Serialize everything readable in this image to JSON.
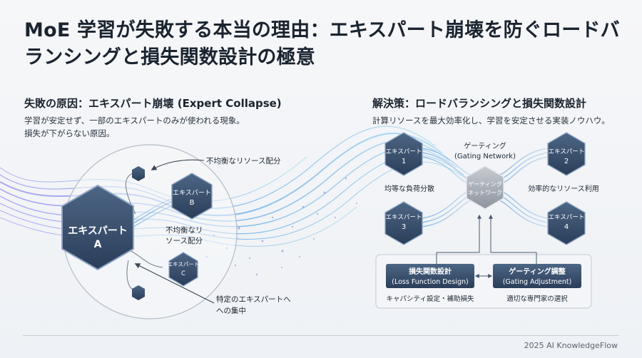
{
  "title": "MoE 学習が失敗する本当の理由：エキスパート崩壊を防ぐロードバランシングと損失関数設計の極意",
  "left": {
    "heading": "失敗の原因：エキスパート崩壊 (Expert Collapse)",
    "desc_line1": "学習が安定せず、一部のエキスパートのみが使われる現象。",
    "desc_line2": "損失が下がらない原因。",
    "expert_a_line1": "エキスパート",
    "expert_a_line2": "A",
    "expert_b_line1": "エキスパート",
    "expert_b_line2": "B",
    "expert_c_line1": "エキスパート",
    "expert_c_line2": "C",
    "callout_top": "不均衡なリソース配分",
    "callout_mid_line1": "不均衡なリ",
    "callout_mid_line2": "ソース配分",
    "callout_bottom_line1": "特定のエキスパートへ",
    "callout_bottom_line2": "への集中"
  },
  "right": {
    "heading": "解決策：ロードバランシングと損失関数設計",
    "desc": "計算リソースを最大効率化し、学習を安定させる実装ノウハウ。",
    "gating_label_line1": "ゲーティング",
    "gating_label_line2": "(Gating Network)",
    "gating_node_line1": "ゲーティング",
    "gating_node_line2": "ネットワーク",
    "expert_1_line1": "エキスパート",
    "expert_1_line2": "1",
    "expert_2_line1": "エキスパート",
    "expert_2_line2": "2",
    "expert_3_line1": "エキスパート",
    "expert_3_line2": "3",
    "expert_4_line1": "エキスパート",
    "expert_4_line2": "4",
    "balanced_label": "均等な負荷分散",
    "efficient_label": "効率的なリソース利用",
    "loss_box_line1": "損失関数設計",
    "loss_box_line2": "(Loss Function Design)",
    "gating_adj_line1": "ゲーティング調整",
    "gating_adj_line2": "(Gating Adjustment)",
    "loss_caption": "キャパシティ設定・補助損失",
    "gating_caption": "適切な専門家の選択"
  },
  "footer": "2025 AI KnowledgeFlow"
}
